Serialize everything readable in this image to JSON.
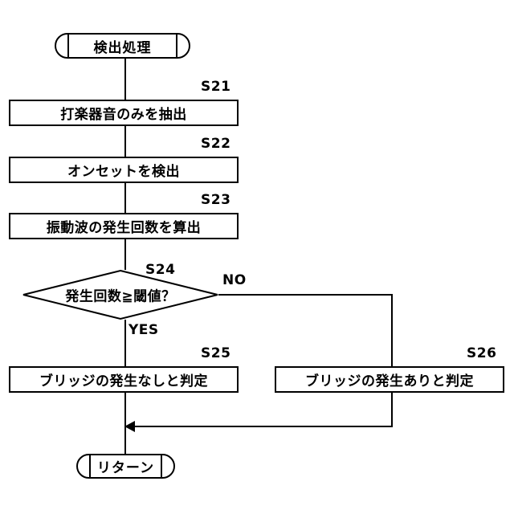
{
  "diagram": {
    "type": "flowchart",
    "title": "検出処理",
    "nodes": [
      {
        "id": "start",
        "shape": "terminal",
        "label": "検出処理"
      },
      {
        "id": "s21",
        "shape": "process",
        "label": "打楽器音のみを抽出",
        "tag": "S21"
      },
      {
        "id": "s22",
        "shape": "process",
        "label": "オンセットを検出",
        "tag": "S22"
      },
      {
        "id": "s23",
        "shape": "process",
        "label": "振動波の発生回数を算出",
        "tag": "S23"
      },
      {
        "id": "s24",
        "shape": "decision",
        "label": "発生回数≧閾値？",
        "tag": "S24"
      },
      {
        "id": "s25",
        "shape": "process",
        "label": "ブリッジの発生なしと判定",
        "tag": "S25"
      },
      {
        "id": "s26",
        "shape": "process",
        "label": "ブリッジの発生ありと判定",
        "tag": "S26"
      },
      {
        "id": "return",
        "shape": "terminal",
        "label": "リターン"
      }
    ],
    "branch_labels": {
      "yes": "YES",
      "no": "NO"
    },
    "colors": {
      "stroke": "#000000",
      "fill": "#ffffff",
      "text": "#000000"
    }
  }
}
